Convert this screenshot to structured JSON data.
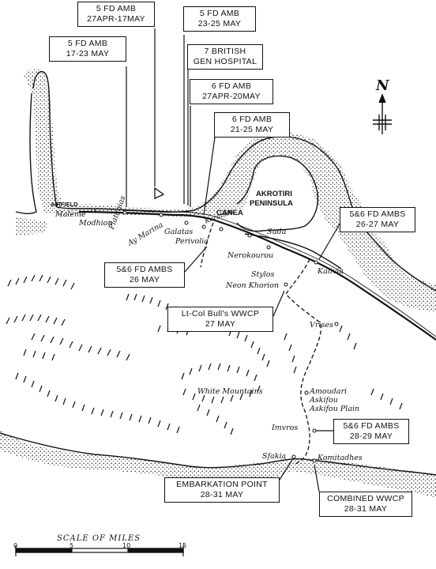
{
  "labels": [
    {
      "id": "l1",
      "lines": [
        "5 FD AMB",
        "27APR-17MAY"
      ]
    },
    {
      "id": "l2",
      "lines": [
        "5 FD AMB",
        "23-25 MAY"
      ]
    },
    {
      "id": "l3",
      "lines": [
        "5 FD AMB",
        "17-23 MAY"
      ]
    },
    {
      "id": "l4",
      "lines": [
        "7 BRITISH",
        "GEN HOSPITAL"
      ]
    },
    {
      "id": "l5",
      "lines": [
        "6 FD AMB",
        "27APR-20MAY"
      ]
    },
    {
      "id": "l6",
      "lines": [
        "6 FD AMB",
        "21-25 MAY"
      ]
    },
    {
      "id": "l7",
      "lines": [
        "5&6 FD AMBS",
        "26-27 MAY"
      ]
    },
    {
      "id": "l8",
      "lines": [
        "5&6 FD AMBS",
        "26 MAY"
      ]
    },
    {
      "id": "l9",
      "lines": [
        "Lt-Col Bull's WWCP",
        "27 MAY"
      ]
    },
    {
      "id": "l10",
      "lines": [
        "5&6 FD AMBS",
        "28-29 MAY"
      ]
    },
    {
      "id": "l11",
      "lines": [
        "EMBARKATION POINT",
        "28-31 MAY"
      ]
    },
    {
      "id": "l12",
      "lines": [
        "COMBINED WWCP",
        "28-31 MAY"
      ]
    }
  ],
  "places": {
    "airfield": "AIRFIELD",
    "maleme": "Maleme",
    "modhion": "Modhion",
    "platanias": "Platanias",
    "ay_marina": "Ay Marina",
    "galatas": "Galatas",
    "karatsos": "Karatsos",
    "perivolia": "Perivolia",
    "canea": "CANEA",
    "akrotiri_1": "AKROTIRI",
    "akrotiri_2": "PENINSULA",
    "suda": "Suda",
    "nerokourou": "Nerokourou",
    "kalivia": "Kalivia",
    "stylos": "Stylos",
    "neon_khorion": "Neon Khorion",
    "vrises": "Vrises",
    "white_mountains": "White Mountains",
    "amoudari": "Amoudari",
    "askifou": "Askifou",
    "askifou_plain": "Askifou Plain",
    "imvros": "Imvros",
    "sfakia": "Sfakia",
    "komitadhes": "Komitadhes"
  },
  "north_symbol": "N",
  "scale": {
    "title": "SCALE OF MILES",
    "ticks": [
      "0",
      "5",
      "10",
      "15"
    ]
  }
}
